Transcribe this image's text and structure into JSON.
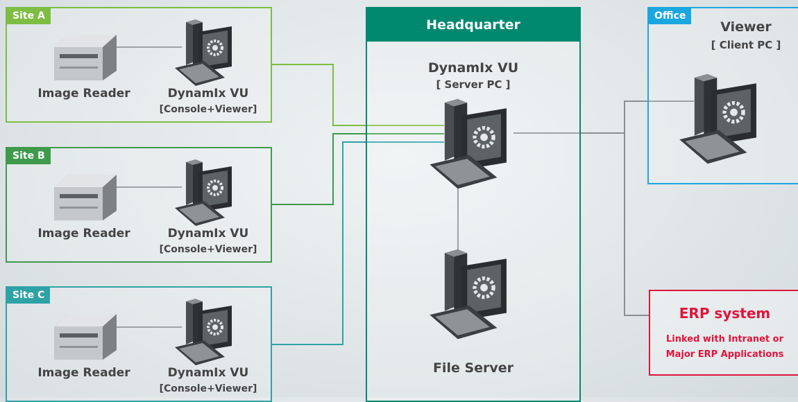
{
  "sites": [
    {
      "tag": "Site A",
      "color": "#7dbd42",
      "device_label": "Image Reader",
      "pc_title": "DynamIx VU",
      "pc_subtitle": "[Console+Viewer]"
    },
    {
      "tag": "Site B",
      "color": "#3f9a4c",
      "device_label": "Image Reader",
      "pc_title": "DynamIx VU",
      "pc_subtitle": "[Console+Viewer]"
    },
    {
      "tag": "Site C",
      "color": "#2fa2a6",
      "device_label": "Image Reader",
      "pc_title": "DynamIx VU",
      "pc_subtitle": "[Console+Viewer]"
    }
  ],
  "headquarter": {
    "title": "Headquarter",
    "color": "#00896f",
    "server_title": "DynamIx VU",
    "server_subtitle": "[ Server PC ]",
    "file_server_label": "File Server"
  },
  "office": {
    "tag": "Office",
    "color": "#1aa7e0",
    "title": "Viewer",
    "subtitle": "[ Client PC ]"
  },
  "erp": {
    "title": "ERP system",
    "line1": "Linked with Intranet or",
    "line2": "Major ERP Applications",
    "color": "#e0143c"
  },
  "colors": {
    "wire": "#8a8f92",
    "label": "#444444"
  }
}
